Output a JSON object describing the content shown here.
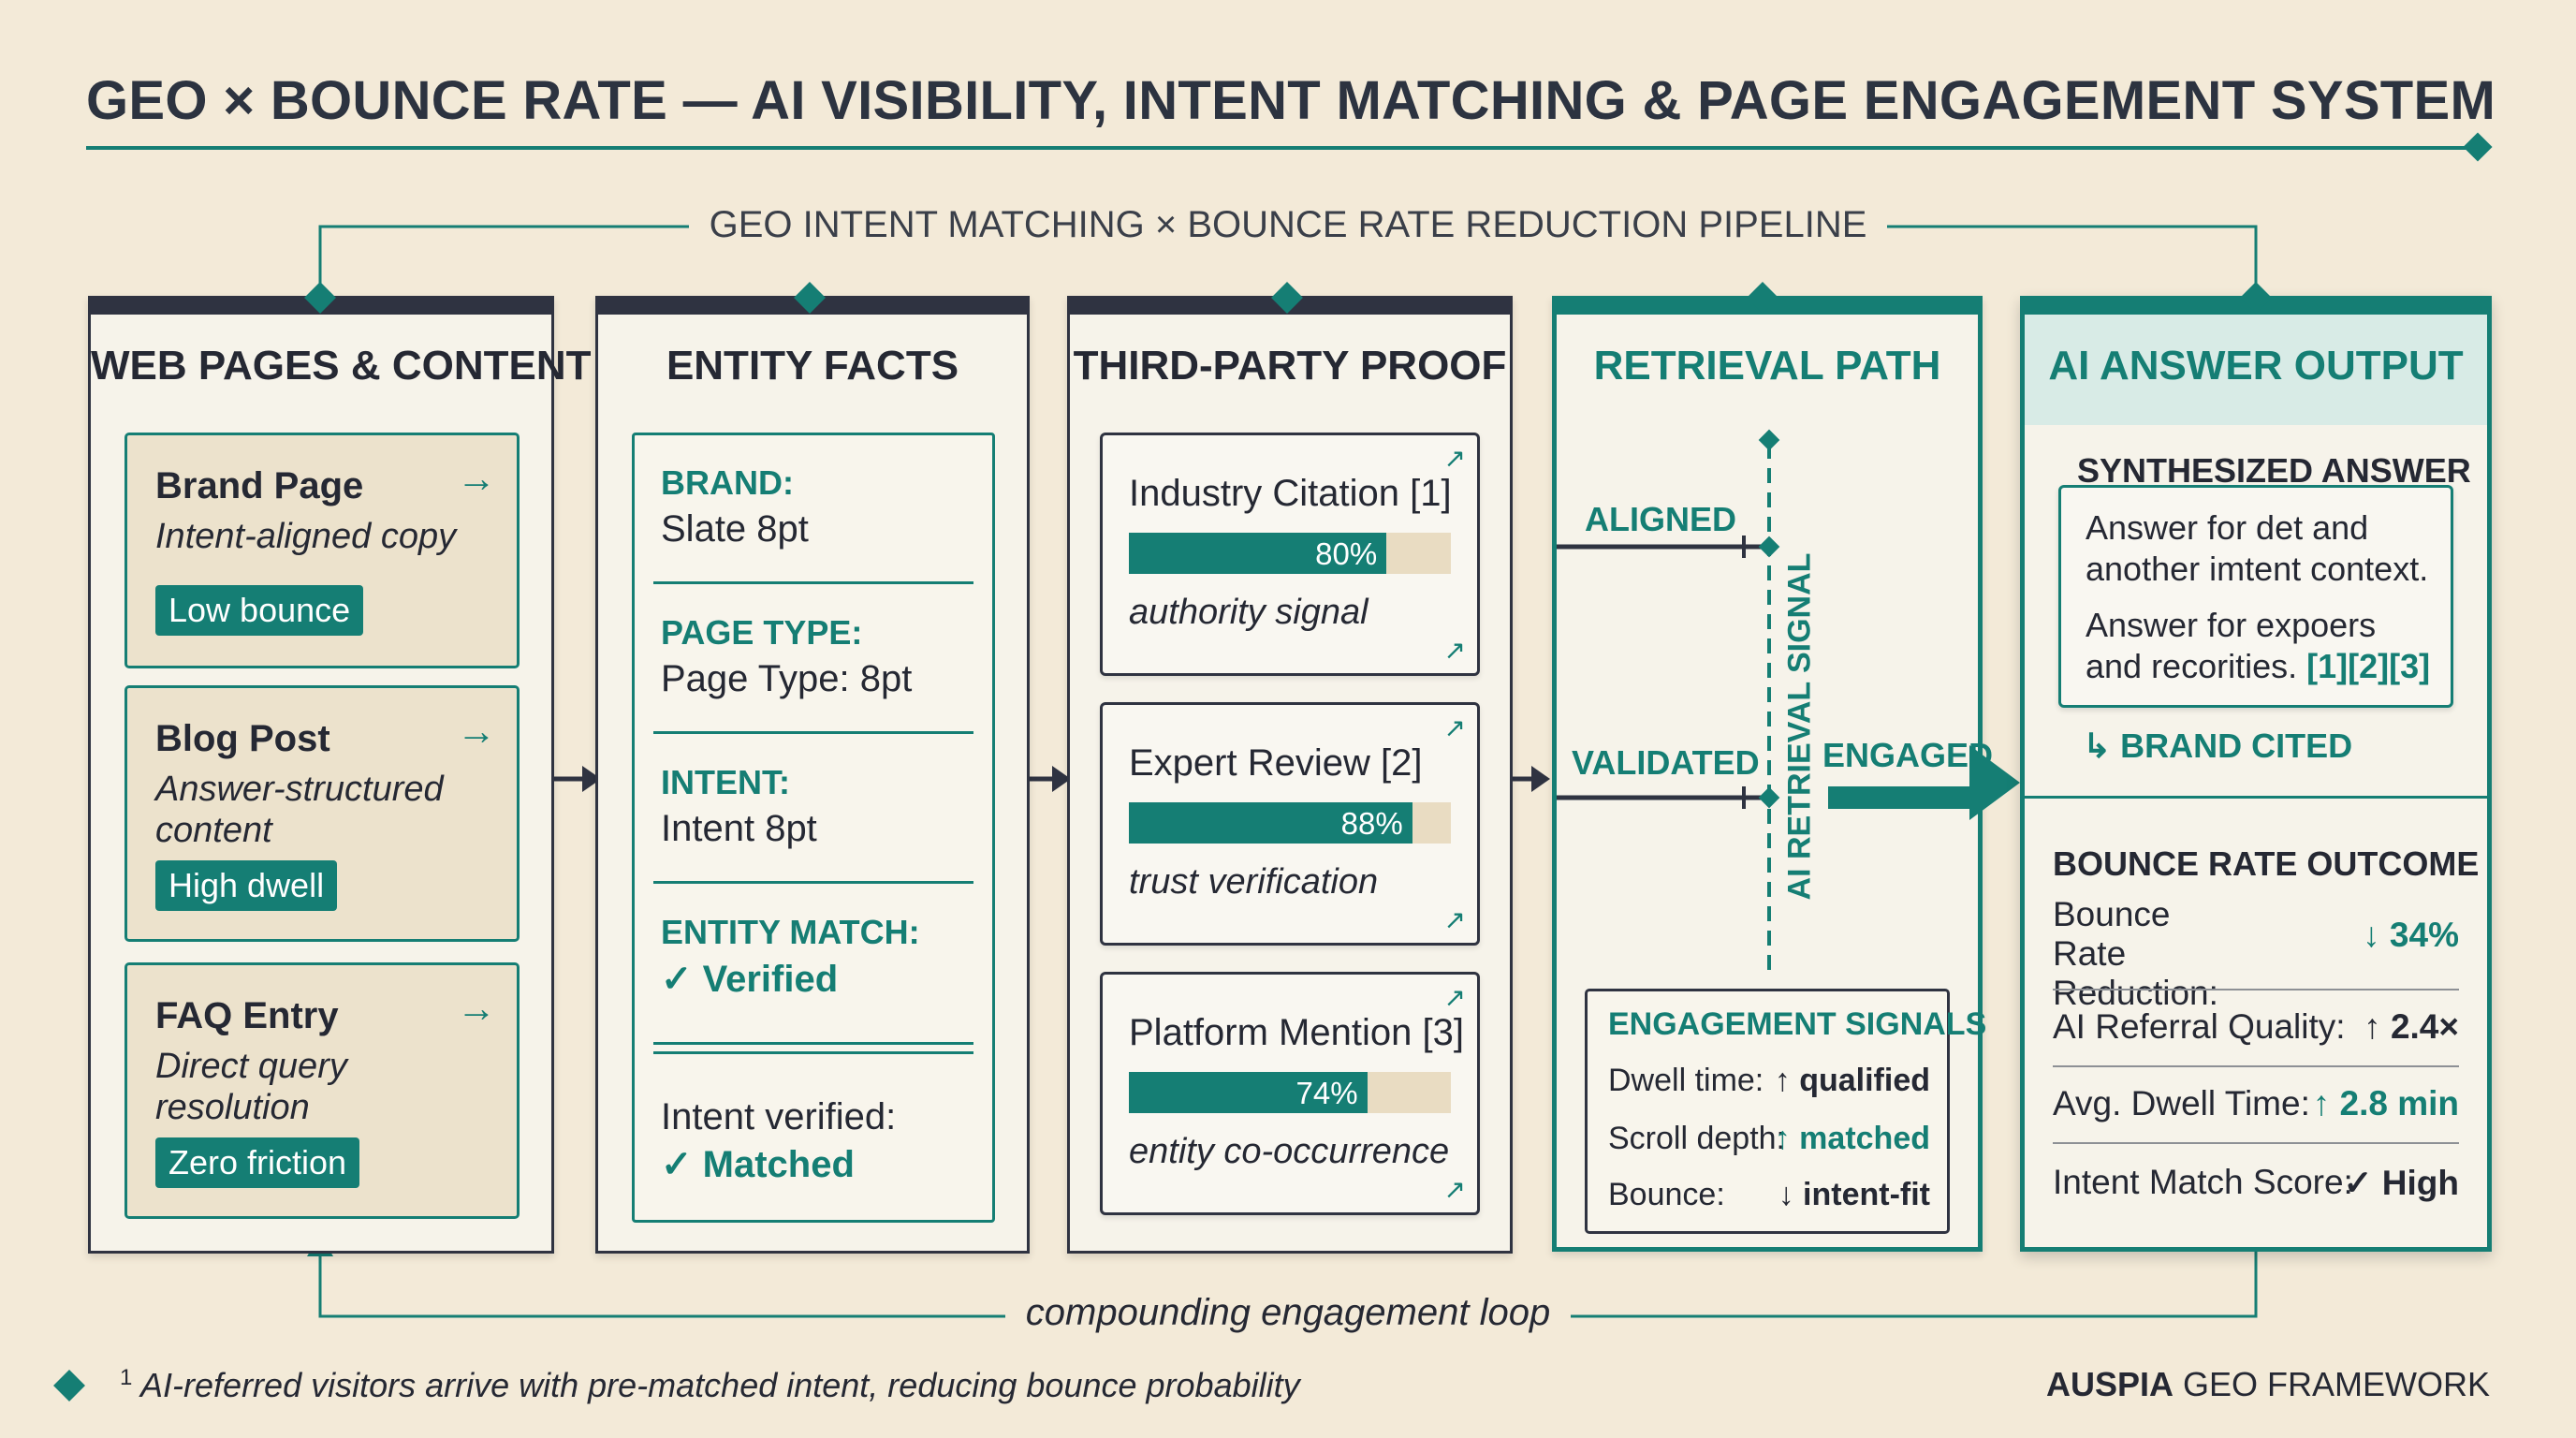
{
  "title": "GEO × BOUNCE RATE — AI VISIBILITY, INTENT MATCHING & PAGE ENGAGEMENT SYSTEM",
  "pipeline_label": "GEO INTENT MATCHING × BOUNCE RATE REDUCTION PIPELINE",
  "colors": {
    "teal": "#157e74",
    "dark": "#2f3341",
    "background": "#f3ead8",
    "card": "#ece2cc"
  },
  "web_pages": {
    "title": "WEB PAGES & CONTENT",
    "cards": [
      {
        "heading": "Brand Page",
        "sub": "Intent-aligned copy",
        "badge": "Low bounce",
        "arrow": "→"
      },
      {
        "heading": "Blog Post",
        "sub": "Answer-structured content",
        "badge": "High dwell",
        "arrow": "→"
      },
      {
        "heading": "FAQ Entry",
        "sub": "Direct query resolution",
        "badge": "Zero friction",
        "arrow": "→"
      }
    ]
  },
  "entity_facts": {
    "title": "ENTITY FACTS",
    "facts": [
      {
        "label": "BRAND:",
        "value": "Slate 8pt"
      },
      {
        "label": "PAGE TYPE:",
        "value": "Page Type: 8pt"
      },
      {
        "label": "INTENT:",
        "value": "Intent 8pt"
      },
      {
        "label": "ENTITY MATCH:",
        "value": "✓ Verified"
      }
    ],
    "verified_label": "Intent verified:",
    "verified_value": "✓ Matched"
  },
  "third_party": {
    "title": "THIRD-PARTY PROOF",
    "items": [
      {
        "name": "Industry Citation [1]",
        "percent": 80,
        "percent_label": "80%",
        "note": "authority signal"
      },
      {
        "name": "Expert Review [2]",
        "percent": 88,
        "percent_label": "88%",
        "note": "trust verification"
      },
      {
        "name": "Platform Mention [3]",
        "percent": 74,
        "percent_label": "74%",
        "note": "entity co-occurrence"
      }
    ],
    "link_icon": "↗"
  },
  "retrieval": {
    "title": "RETRIEVAL PATH",
    "aligned": "ALIGNED",
    "validated": "VALIDATED",
    "engaged": "ENGAGED",
    "vertical_label": "AI RETRIEVAL SIGNAL",
    "signals": {
      "title": "ENGAGEMENT SIGNALS",
      "rows": [
        {
          "label": "Dwell time:",
          "value": "↑ qualified"
        },
        {
          "label": "Scroll depth:",
          "value": "↑ matched"
        },
        {
          "label": "Bounce:",
          "value": "↓ intent-fit"
        }
      ]
    }
  },
  "ai_output": {
    "title": "AI ANSWER OUTPUT",
    "synth_title": "SYNTHESIZED ANSWER",
    "answer_lines": [
      "Answer for det and",
      "another imtent context.",
      "Answer for expoers",
      "and recorities."
    ],
    "citations": "[1][2][3]",
    "brand_cited": "↳ BRAND CITED",
    "bounce_title": "BOUNCE RATE OUTCOME",
    "outcomes": [
      {
        "label": "Bounce Rate Reduction:",
        "value": "↓ 34%"
      },
      {
        "label": "AI Referral Quality:",
        "value": "↑ 2.4×"
      },
      {
        "label": "Avg. Dwell Time:",
        "value": "↑ 2.8 min"
      },
      {
        "label": "Intent Match Score:",
        "value": "✓ High"
      }
    ]
  },
  "loop_label": "compounding engagement loop",
  "footnote_marker": "1",
  "footnote": "AI-referred visitors arrive with pre-matched intent, reducing bounce probability",
  "footer_brand_bold": "AUSPIA",
  "footer_brand_rest": " GEO FRAMEWORK"
}
